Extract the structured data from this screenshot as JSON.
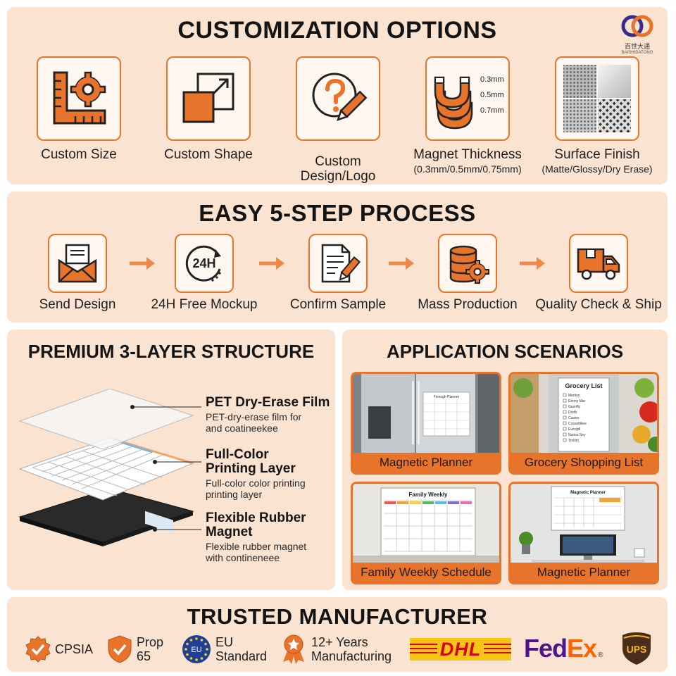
{
  "brand": {
    "name": "百世大通",
    "tagline": "BAISHIDATONG"
  },
  "customization": {
    "title": "CUSTOMIZATION OPTIONS",
    "items": [
      {
        "label": "Custom Size",
        "sub": ""
      },
      {
        "label": "Custom Shape",
        "sub": ""
      },
      {
        "label": "Custom\nDesign/Logo",
        "sub": ""
      },
      {
        "label": "Magnet Thickness",
        "sub": "(0.3mm/0.5mm/0.75mm)"
      },
      {
        "label": "Surface Finish",
        "sub": "(Matte/Glossy/Dry Erase)"
      }
    ],
    "thickness_marks": [
      "0.3mm",
      "0.5mm",
      "0.7mm"
    ]
  },
  "process": {
    "title": "EASY 5-STEP PROCESS",
    "steps": [
      "Send Design",
      "24H Free Mockup",
      "Confirm Sample",
      "Mass Production",
      "Quality Check & Ship"
    ],
    "mockup_icon_text": "24H"
  },
  "structure": {
    "title": "PREMIUM 3-LAYER STRUCTURE",
    "layers": [
      {
        "name": "PET Dry-Erase Film",
        "desc": "PET-dry-erase film for\nand coatineekee"
      },
      {
        "name": "Full-Color\nPrinting Layer",
        "desc": "Full-color color printing\nprinting layer"
      },
      {
        "name": "Flexible Rubber\nMagnet",
        "desc": "Flexible rubber magnet\nwith contineneee"
      }
    ]
  },
  "scenarios": {
    "title": "APPLICATION SCENARIOS",
    "items": [
      {
        "caption": "Magnetic Planner",
        "board_title": "Fsmugh Planner"
      },
      {
        "caption": "Grocery Shopping List",
        "board_title": "Grocery List"
      },
      {
        "caption": "Family Weekly Schedule",
        "board_title": "Family Weekly"
      },
      {
        "caption": "Magnetic Planner",
        "board_title": "Magnetic Planner"
      }
    ],
    "grocery_items": [
      "Mertion",
      "Eenny Mar",
      "Gusrifty",
      "Dorth",
      "Custes",
      "Cossettiliee",
      "Evecgill",
      "Nurios Sey",
      "Tmitim"
    ]
  },
  "trusted": {
    "title": "TRUSTED MANUFACTURER",
    "badges": [
      {
        "label": "CPSIA"
      },
      {
        "label": "Prop\n65"
      },
      {
        "label": "EU\nStandard",
        "mark": "EU"
      },
      {
        "label": "12+ Years\nManufacturing"
      }
    ],
    "logos": {
      "dhl": "DHL",
      "fedex_fed": "Fed",
      "fedex_ex": "Ex",
      "ups": "UPS"
    }
  },
  "colors": {
    "accent": "#e8742b",
    "panel": "#fbe3d2",
    "tile": "#fff7f0"
  }
}
